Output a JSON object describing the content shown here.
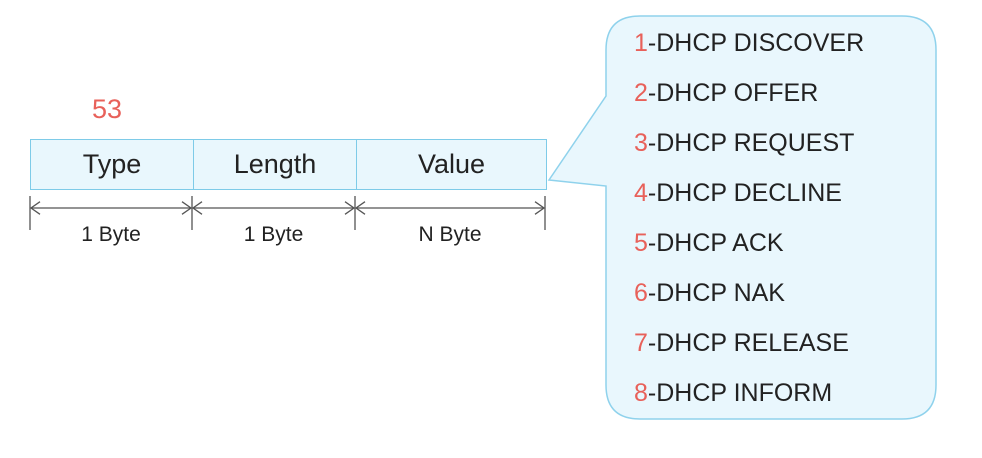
{
  "colors": {
    "accent": "#e8615a",
    "field_fill": "#e9f7fd",
    "field_border": "#7ecbe8",
    "callout_fill": "#e9f7fd",
    "callout_border": "#8fd2ec",
    "text": "#222222",
    "dimension_line": "#555555"
  },
  "type_code": "53",
  "fields": [
    {
      "label": "Type",
      "size": "1 Byte"
    },
    {
      "label": "Length",
      "size": "1 Byte"
    },
    {
      "label": "Value",
      "size": "N Byte"
    }
  ],
  "messages": [
    {
      "code": "1",
      "name": "-DHCP DISCOVER"
    },
    {
      "code": "2",
      "name": "-DHCP OFFER"
    },
    {
      "code": "3",
      "name": "-DHCP REQUEST"
    },
    {
      "code": "4",
      "name": "-DHCP DECLINE"
    },
    {
      "code": "5",
      "name": "-DHCP ACK"
    },
    {
      "code": "6",
      "name": "-DHCP NAK"
    },
    {
      "code": "7",
      "name": "-DHCP RELEASE"
    },
    {
      "code": "8",
      "name": "-DHCP INFORM"
    }
  ]
}
